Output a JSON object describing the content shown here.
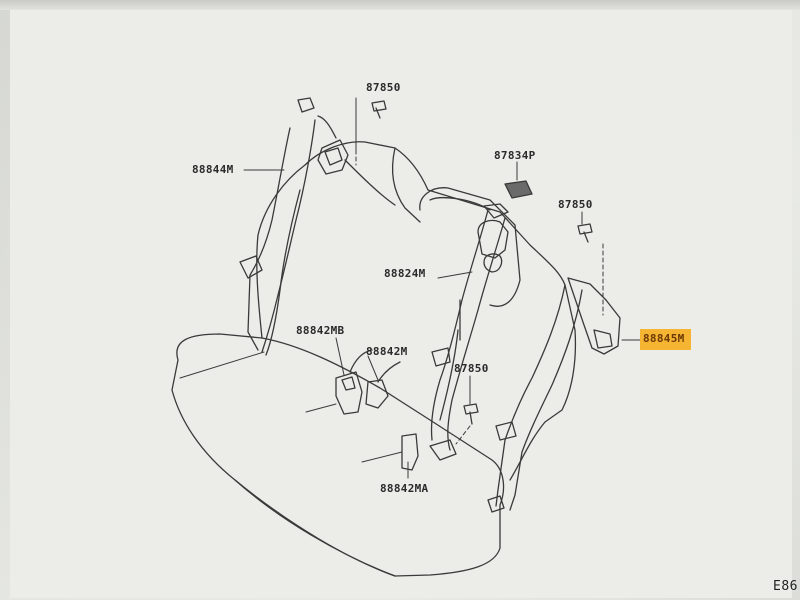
{
  "labels": {
    "bolt_top": "87850",
    "belt_left": "88844M",
    "cover": "87834P",
    "bolt_right": "87850",
    "belt_center": "88824M",
    "buckle_mb": "88842MB",
    "buckle_m": "88842M",
    "bolt_bottom": "87850",
    "belt_right": "88845M",
    "buckle_ma": "88842MA"
  },
  "corner_code": "E86",
  "colors": {
    "highlight": "#f5b431",
    "ink": "#2b2b2b"
  }
}
